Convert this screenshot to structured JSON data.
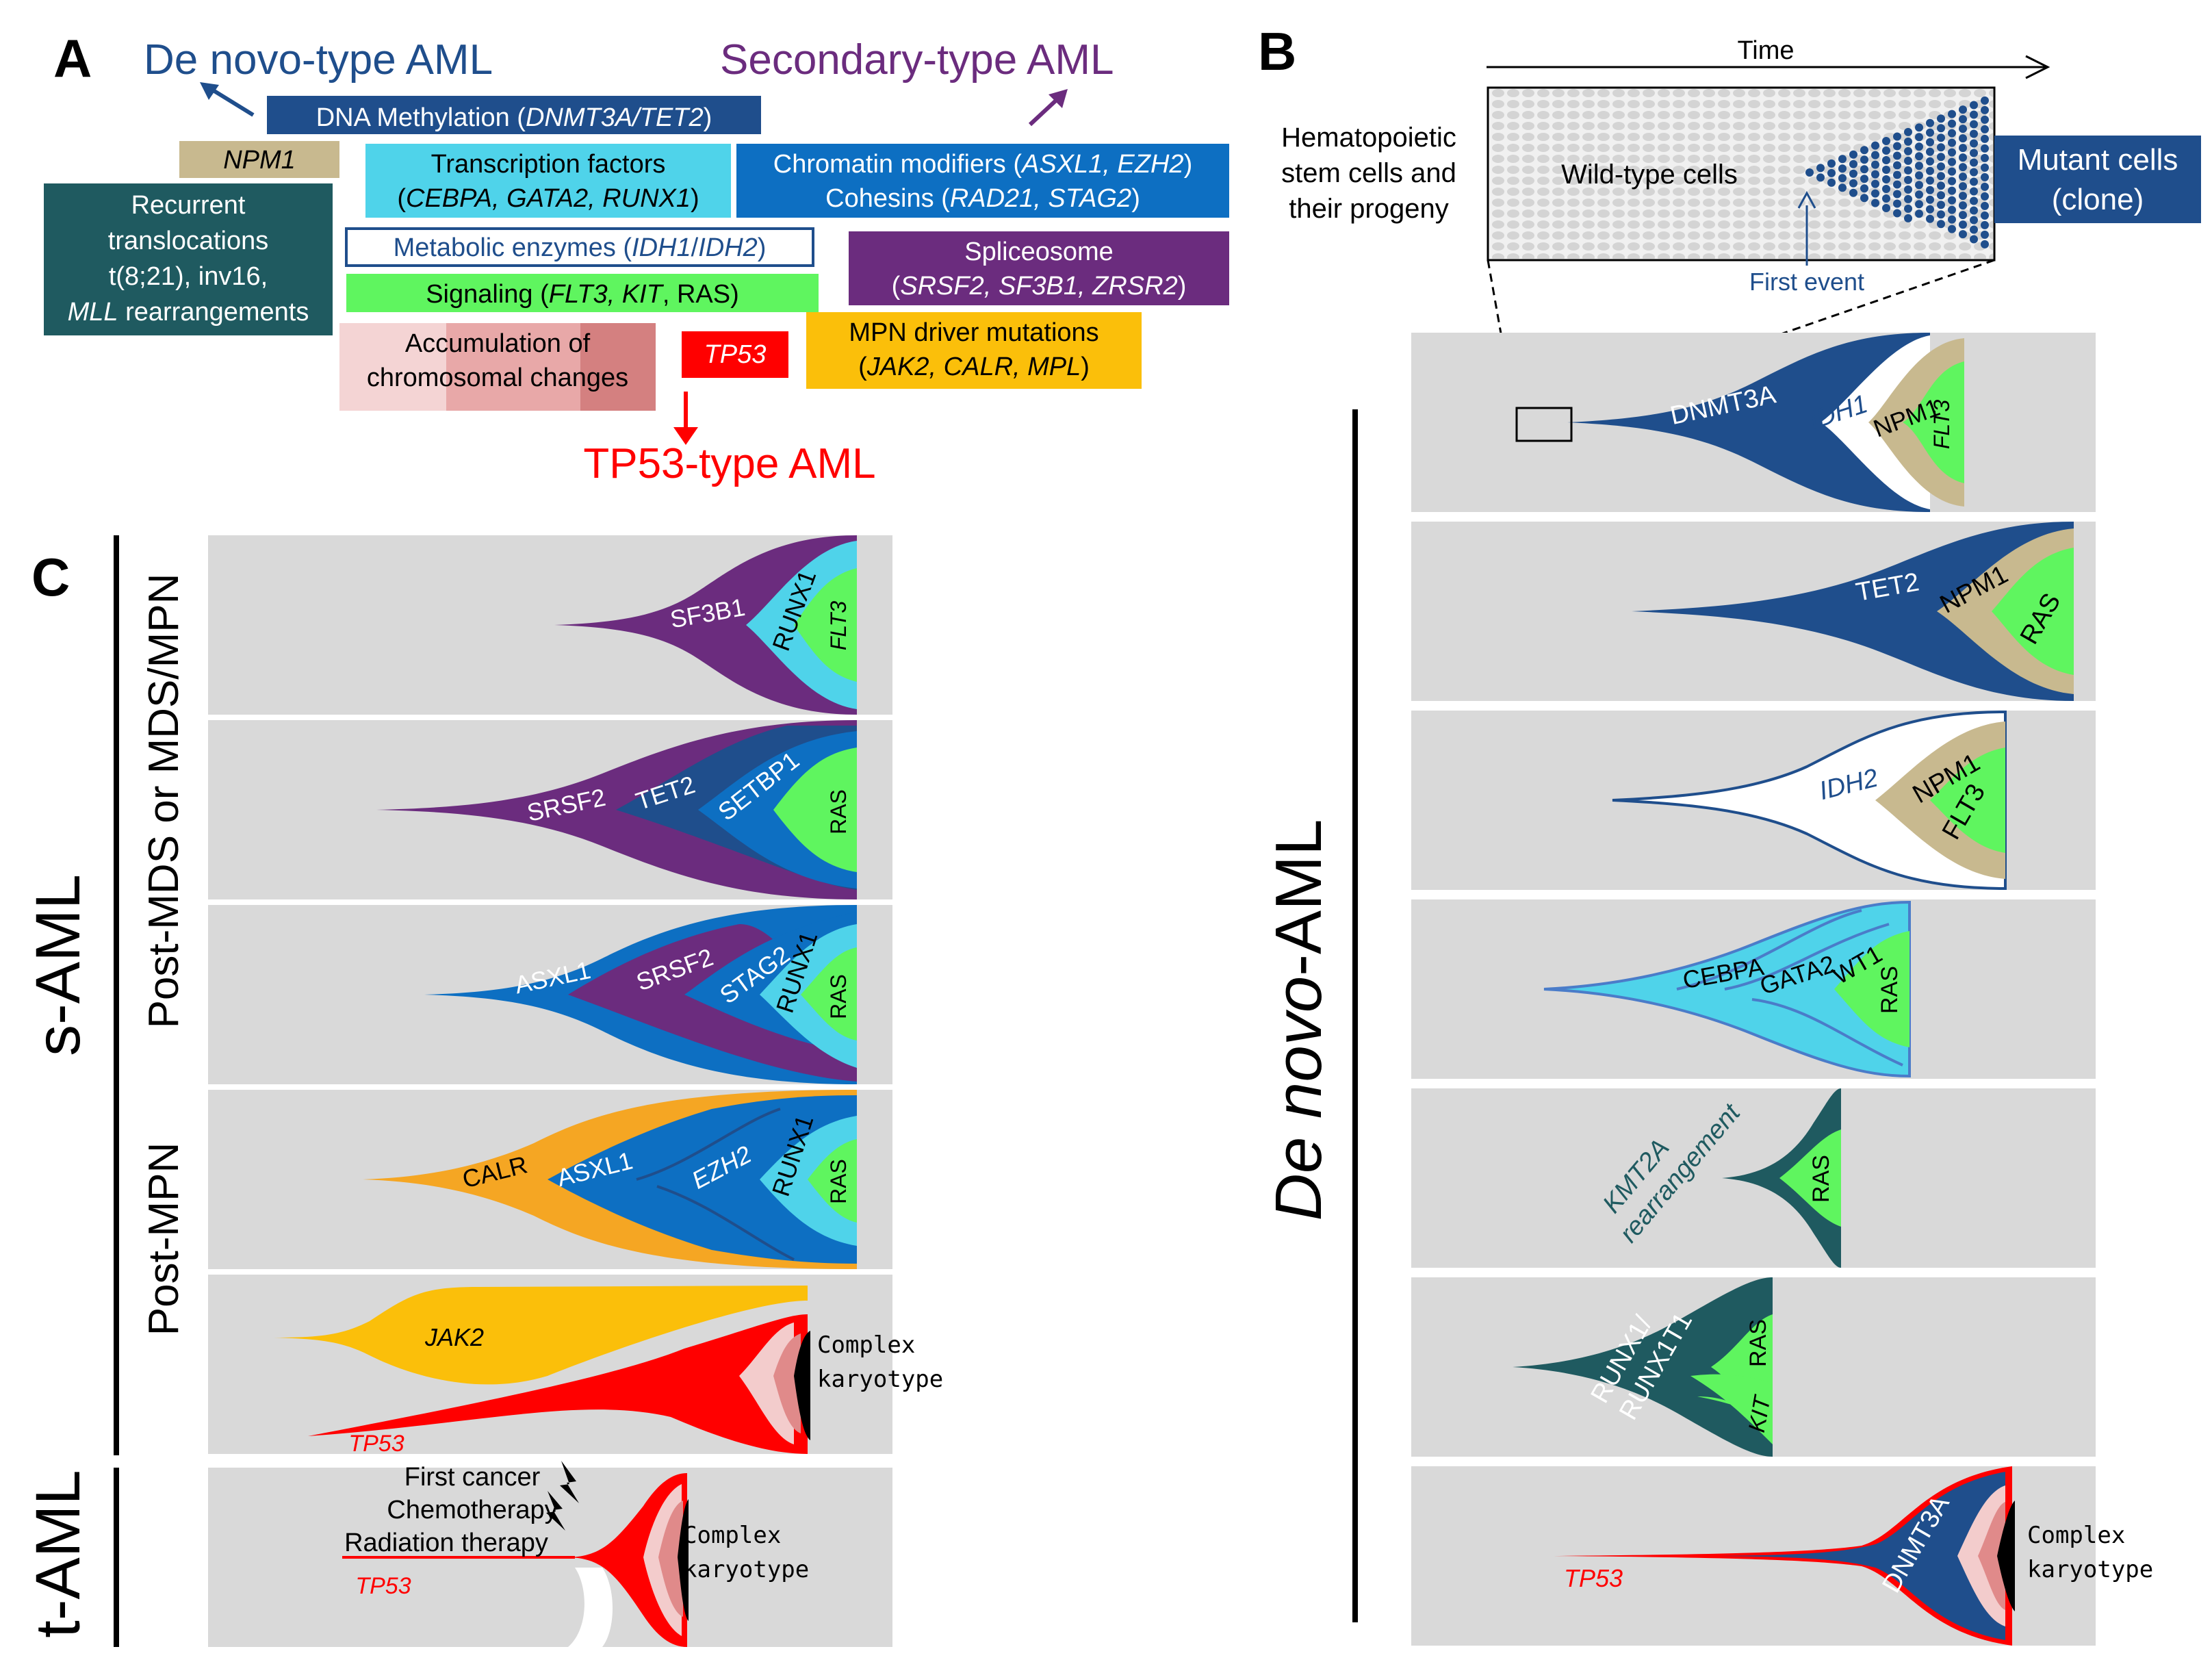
{
  "panels": {
    "A": "A",
    "B": "B",
    "C": "C"
  },
  "panel_a": {
    "de_novo_title": "De novo-type AML",
    "secondary_title": "Secondary-type AML",
    "tp53_title": "TP53-type AML",
    "dna_methylation": [
      "DNA Methylation (",
      "DNMT3A/TET2",
      ")"
    ],
    "npm1": "NPM1",
    "recurrent": [
      "Recurrent",
      "translocations",
      "t(8;21),  inv16,",
      "MLL",
      " rearrangements"
    ],
    "transcription": [
      "Transcription factors",
      "(",
      "CEBPA, GATA2, RUNX1",
      ")"
    ],
    "chromatin": [
      "Chromatin modifiers (",
      "ASXL1, EZH2",
      ")"
    ],
    "cohesins": [
      "Cohesins (",
      "RAD21, STAG2",
      ")"
    ],
    "metabolic": [
      "Metabolic enzymes (",
      "IDH1",
      "/",
      "IDH2",
      ")"
    ],
    "signaling": [
      "Signaling (",
      "FLT3, KIT",
      ", RAS)"
    ],
    "spliceosome": [
      "Spliceosome",
      "(",
      "SRSF2, SF3B1, ZRSR2",
      ")"
    ],
    "accumulation": [
      "Accumulation of",
      "chromosomal changes"
    ],
    "tp53_box": "TP53",
    "mpn": [
      "MPN driver mutations",
      "(",
      "JAK2, CALR, MPL",
      ")"
    ]
  },
  "panel_b_top": {
    "time": "Time",
    "hsc": [
      "Hematopoietic",
      "stem cells and",
      "their progeny"
    ],
    "wild_type": "Wild-type cells",
    "mutant": [
      "Mutant cells",
      "(clone)"
    ],
    "first_event": "First event"
  },
  "panel_b_rows": {
    "side_label": [
      "De novo",
      "-AML"
    ],
    "r1": [
      "DNMT3A",
      "IDH1",
      "NPM1",
      "FLT3"
    ],
    "r2": [
      "TET2",
      "NPM1",
      "RAS"
    ],
    "r3": [
      "IDH2",
      "NPM1",
      "FLT3"
    ],
    "r4": [
      "CEBPA",
      "GATA2",
      "WT1",
      "RAS"
    ],
    "r5": [
      "KMT2A",
      "rearrangement",
      "RAS"
    ],
    "r6": [
      "RUNX1/",
      "RUNX1T1",
      "RAS",
      "KIT"
    ],
    "r7": [
      "TP53",
      "DNMT3A",
      "Complex",
      "karyotype"
    ]
  },
  "panel_c": {
    "s_aml": "s-AML",
    "t_aml": "t-AML",
    "post_mds": "Post-MDS or MDS/MPN",
    "post_mpn": "Post-MPN",
    "r1": [
      "SF3B1",
      "RUNX1",
      "FLT3"
    ],
    "r2": [
      "SRSF2",
      "TET2",
      "SETBP1",
      "RAS"
    ],
    "r3": [
      "ASXL1",
      "SRSF2",
      "STAG2",
      "RUNX1",
      "RAS"
    ],
    "r4": [
      "CALR",
      "ASXL1",
      "EZH2",
      "RUNX1",
      "RAS"
    ],
    "r5": [
      "JAK2",
      "TP53",
      "Complex",
      "karyotype"
    ],
    "r6": [
      "First cancer",
      "Chemotherapy",
      "Radiation therapy",
      "TP53",
      "Complex",
      "karyotype"
    ]
  },
  "colors": {
    "navy": "#1f4e8c",
    "purple": "#6b2c7e",
    "teal": "#1f5a60",
    "cyan": "#4fd3ea",
    "blue": "#0d6fc2",
    "green": "#5ff55f",
    "tan": "#c8b98f",
    "red": "#ff0000",
    "orange": "#f5a623",
    "gold": "#fbbf0a",
    "pink": "#f3cccc",
    "grey": "#d9d9d9"
  }
}
